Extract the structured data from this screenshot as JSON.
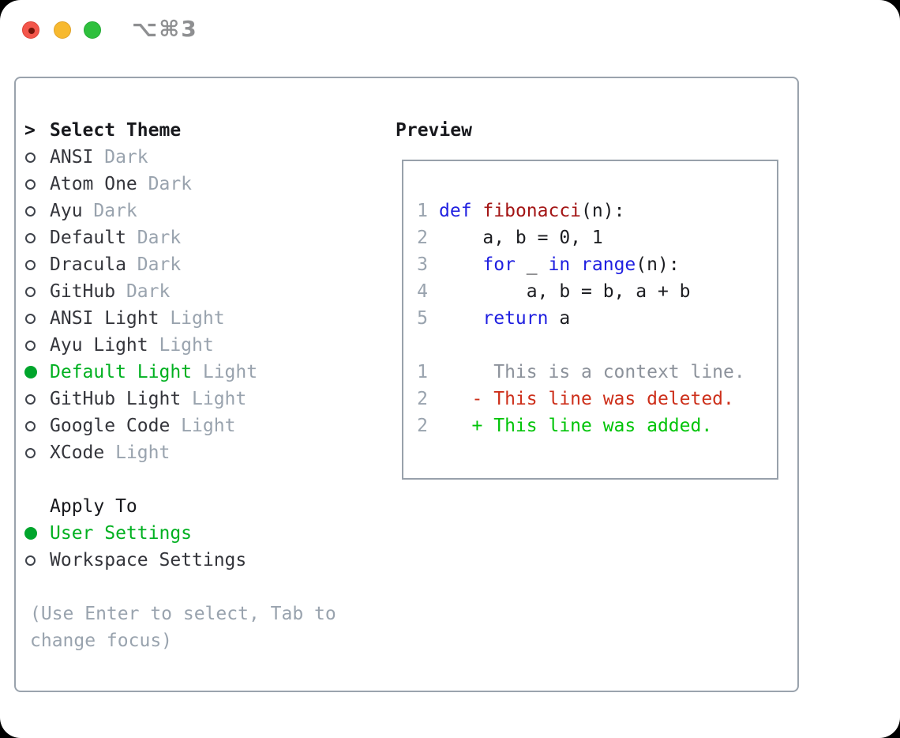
{
  "titlebar": {
    "title": "⌥⌘3",
    "buttons": [
      {
        "name": "close-button",
        "color": "#f3564b",
        "has_dot": true
      },
      {
        "name": "minimize-button",
        "color": "#f7b92f",
        "has_dot": false
      },
      {
        "name": "zoom-button",
        "color": "#2ec03d",
        "has_dot": false
      }
    ]
  },
  "theme_list": {
    "cursor": ">",
    "header": "Select Theme",
    "items": [
      {
        "name": "ANSI",
        "variant": "Dark",
        "selected": false
      },
      {
        "name": "Atom One",
        "variant": "Dark",
        "selected": false
      },
      {
        "name": "Ayu",
        "variant": "Dark",
        "selected": false
      },
      {
        "name": "Default",
        "variant": "Dark",
        "selected": false
      },
      {
        "name": "Dracula",
        "variant": "Dark",
        "selected": false
      },
      {
        "name": "GitHub",
        "variant": "Dark",
        "selected": false
      },
      {
        "name": "ANSI Light",
        "variant": "Light",
        "selected": false
      },
      {
        "name": "Ayu Light",
        "variant": "Light",
        "selected": false
      },
      {
        "name": "Default Light",
        "variant": "Light",
        "selected": true
      },
      {
        "name": "GitHub Light",
        "variant": "Light",
        "selected": false
      },
      {
        "name": "Google Code",
        "variant": "Light",
        "selected": false
      },
      {
        "name": "XCode",
        "variant": "Light",
        "selected": false
      }
    ]
  },
  "apply_to": {
    "header": "Apply To",
    "options": [
      {
        "label": "User Settings",
        "selected": true
      },
      {
        "label": "Workspace Settings",
        "selected": false
      }
    ]
  },
  "help_text": "(Use Enter to select, Tab to change focus)",
  "preview": {
    "header": "Preview",
    "lines": [
      {
        "num": "1",
        "segments": [
          {
            "t": "def",
            "c": "k"
          },
          {
            "t": " ",
            "c": "p"
          },
          {
            "t": "fibonacci",
            "c": "f"
          },
          {
            "t": "(n):",
            "c": "p"
          }
        ]
      },
      {
        "num": "2",
        "segments": [
          {
            "t": "    a, b = 0, 1",
            "c": "p"
          }
        ]
      },
      {
        "num": "3",
        "segments": [
          {
            "t": "    ",
            "c": "p"
          },
          {
            "t": "for",
            "c": "k"
          },
          {
            "t": " _ ",
            "c": "p"
          },
          {
            "t": "in",
            "c": "k"
          },
          {
            "t": " ",
            "c": "p"
          },
          {
            "t": "range",
            "c": "k"
          },
          {
            "t": "(n):",
            "c": "p"
          }
        ]
      },
      {
        "num": "4",
        "segments": [
          {
            "t": "        a, b = b, a + b",
            "c": "p"
          }
        ]
      },
      {
        "num": "5",
        "segments": [
          {
            "t": "    ",
            "c": "p"
          },
          {
            "t": "return",
            "c": "k"
          },
          {
            "t": " a",
            "c": "p"
          }
        ]
      },
      {
        "num": "",
        "segments": []
      },
      {
        "num": "1",
        "segments": [
          {
            "t": "     This is a context line.",
            "c": "ctx"
          }
        ]
      },
      {
        "num": "2",
        "segments": [
          {
            "t": "   - This line was deleted.",
            "c": "del"
          }
        ]
      },
      {
        "num": "2",
        "segments": [
          {
            "t": "   + This line was added.",
            "c": "add"
          }
        ]
      }
    ]
  },
  "colors": {
    "green": "#00b020",
    "green_dot": "#00a52c",
    "muted": "#99a3ae",
    "keyword_blue": "#1f1fe0",
    "function_red": "#a31515",
    "context_gray": "#8c929b",
    "deleted_red": "#cd2f1a",
    "added_green": "#00c408"
  }
}
